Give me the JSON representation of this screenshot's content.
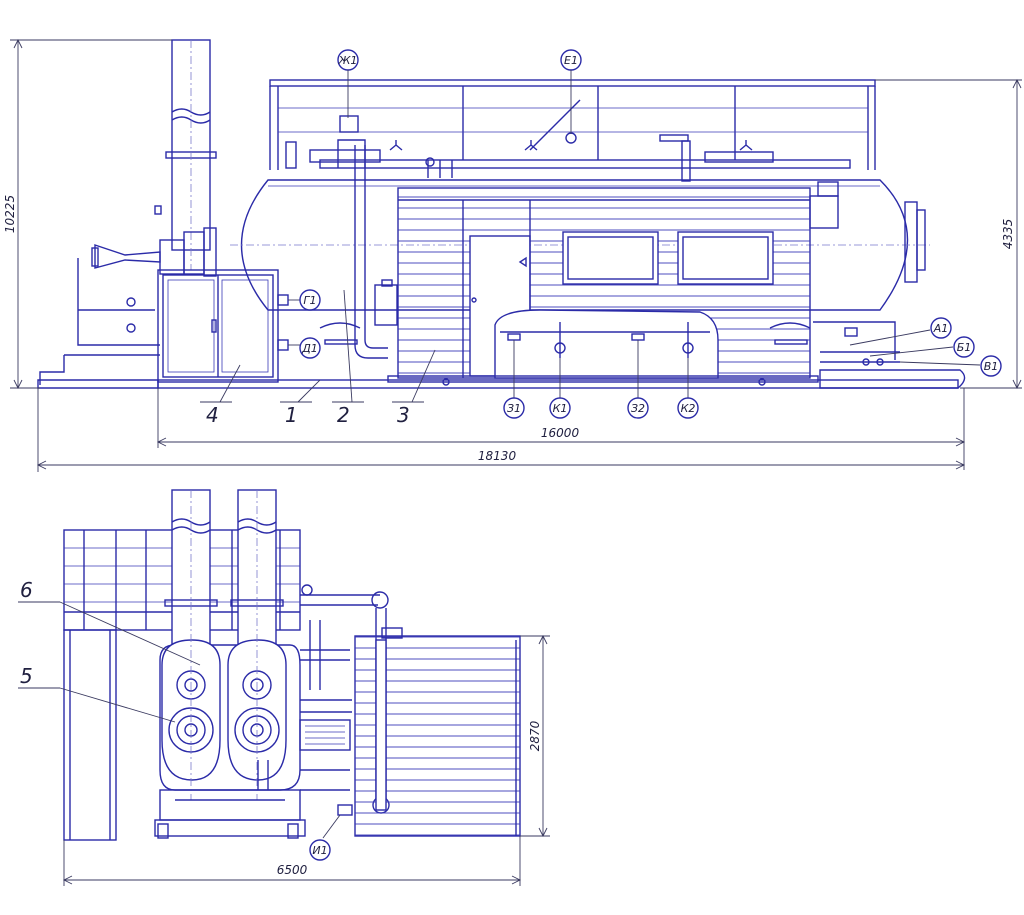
{
  "dimensions": {
    "height_total": "10225",
    "height_vessel": "4335",
    "length_skid": "16000",
    "length_total": "18130",
    "height_side": "2870",
    "width_side": "6500"
  },
  "parts": {
    "p1": "1",
    "p2": "2",
    "p3": "3",
    "p4": "4",
    "p5": "5",
    "p6": "6"
  },
  "connections": {
    "zh1": "Ж1",
    "e1": "Е1",
    "g1": "Г1",
    "d1": "Д1",
    "a1": "А1",
    "b1": "Б1",
    "v1": "В1",
    "z1": "З1",
    "k1": "К1",
    "z2": "З2",
    "k2": "К2",
    "i1": "И1"
  },
  "colors": {
    "line": "#2b2ba8",
    "dimension": "#3a3a60"
  }
}
